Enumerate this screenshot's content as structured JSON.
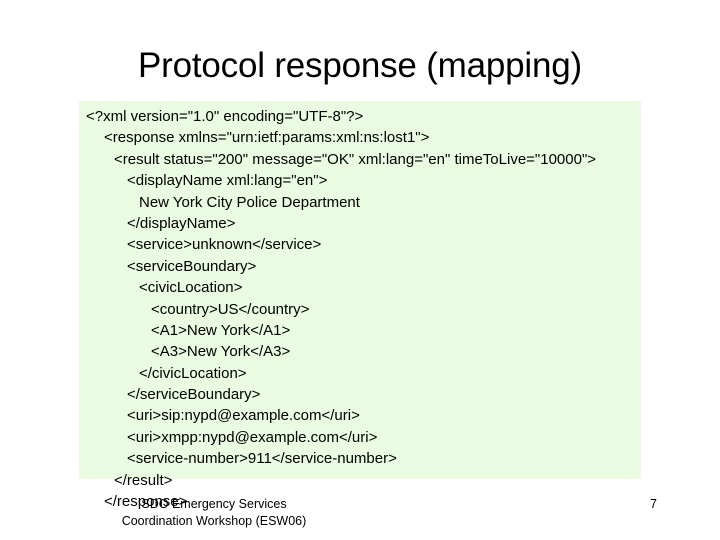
{
  "slide": {
    "title": "Protocol response (mapping)",
    "background_color": "#ffffff",
    "page_number": "7"
  },
  "code_panel": {
    "background_color": "#e9fbe0",
    "language": "xml",
    "lines": [
      {
        "indent": 0,
        "text": "<?xml version=\"1.0\" encoding=\"UTF-8\"?>"
      },
      {
        "indent": 1,
        "text": "<response xmlns=\"urn:ietf:params:xml:ns:lost1\">"
      },
      {
        "indent": 2,
        "text": "<result status=\"200\" message=\"OK\" xml:lang=\"en\" timeToLive=\"10000\">"
      },
      {
        "indent": 3,
        "text": "<displayName xml:lang=\"en\">"
      },
      {
        "indent": 4,
        "text": "New York City Police Department"
      },
      {
        "indent": 3,
        "text": "</displayName>"
      },
      {
        "indent": 3,
        "text": "<service>unknown</service>"
      },
      {
        "indent": 3,
        "text": "<serviceBoundary>"
      },
      {
        "indent": 4,
        "text": "<civicLocation>"
      },
      {
        "indent": 5,
        "text": "<country>US</country>"
      },
      {
        "indent": 5,
        "text": "<A1>New York</A1>"
      },
      {
        "indent": 5,
        "text": "<A3>New York</A3>"
      },
      {
        "indent": 4,
        "text": "</civicLocation>"
      },
      {
        "indent": 3,
        "text": "</serviceBoundary>"
      },
      {
        "indent": 3,
        "text": "<uri>sip:nypd@example.com</uri>"
      },
      {
        "indent": 3,
        "text": "<uri>xmpp:nypd@example.com</uri>"
      },
      {
        "indent": 3,
        "text": "<service-number>911</service-number>"
      },
      {
        "indent": 2,
        "text": "</result>"
      },
      {
        "indent": 1,
        "text": "</response>"
      }
    ]
  },
  "footer": {
    "line_1": "SDO Emergency Services",
    "line_2": "Coordination Workshop (ESW06)"
  }
}
